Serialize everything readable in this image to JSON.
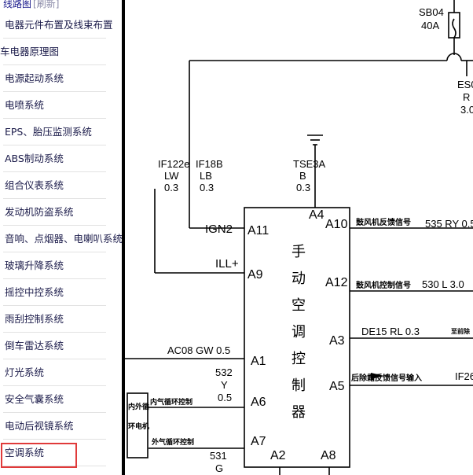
{
  "sidebar": {
    "top_title": "线路图",
    "refresh_label": "[刷新]",
    "items": [
      {
        "label": "电器元件布置及线束布置",
        "indent": 6
      },
      {
        "label": "车电器原理图",
        "indent": 0
      },
      {
        "label": "电源起动系统",
        "indent": 6
      },
      {
        "label": "电喷系统",
        "indent": 6
      },
      {
        "label": "EPS、胎压监测系统",
        "indent": 6
      },
      {
        "label": "ABS制动系统",
        "indent": 6
      },
      {
        "label": "组合仪表系统",
        "indent": 6
      },
      {
        "label": "发动机防盗系统",
        "indent": 6
      },
      {
        "label": "音响、点烟器、电喇叭系统",
        "indent": 6
      },
      {
        "label": "玻璃升降系统",
        "indent": 6
      },
      {
        "label": "摇控中控系统",
        "indent": 6
      },
      {
        "label": "雨刮控制系统",
        "indent": 6
      },
      {
        "label": "倒车雷达系统",
        "indent": 6
      },
      {
        "label": "灯光系统",
        "indent": 6
      },
      {
        "label": "安全气囊系统",
        "indent": 6
      },
      {
        "label": "电动后视镜系统",
        "indent": 6
      },
      {
        "label": "空调系统",
        "indent": 6
      }
    ],
    "selected_item": "空调系统"
  },
  "diagram": {
    "fuse": {
      "name": "SB04",
      "rating": "40A"
    },
    "es_label": {
      "line1": "ES0",
      "line2": "R",
      "line3": "3.0"
    },
    "wires_top": [
      {
        "code": "IF122e",
        "color": "LW",
        "size": "0.3"
      },
      {
        "code": "IF18B",
        "color": "LB",
        "size": "0.3"
      },
      {
        "code": "TSE3A",
        "color": "B",
        "size": "0.3"
      }
    ],
    "controller_title": [
      "手",
      "动",
      "空",
      "调",
      "控",
      "制",
      "器"
    ],
    "pins": {
      "a11": "A11",
      "a9": "A9",
      "a1": "A1",
      "a6": "A6",
      "a7": "A7",
      "a4": "A4",
      "a10": "A10",
      "a12": "A12",
      "a3": "A3",
      "a5": "A5",
      "a2": "A2",
      "a8": "A8"
    },
    "left_labels": {
      "ign2": "IGN2",
      "ill": "ILL+",
      "ac08": "AC08 GW 0.5",
      "w532_code": "532",
      "w532_color": "Y",
      "w532_size": "0.5",
      "w531_code": "531",
      "w531_color": "G"
    },
    "right_labels": {
      "a10_signal": "鼓风机反馈信号",
      "a10_wire": "535 RY 0.5",
      "a12_signal": "鼓风机控制信号",
      "a12_wire": "530 L 3.0",
      "a3_wire": "DE15 RL 0.3",
      "a3_note": "至前除",
      "a5_signal": "后除霜反馈信号输入",
      "a5_wire": "IF26"
    },
    "motor": {
      "label1": "内外循",
      "label2": "环电机",
      "inner": "内气循环控制",
      "outer": "外气循环控制"
    }
  }
}
